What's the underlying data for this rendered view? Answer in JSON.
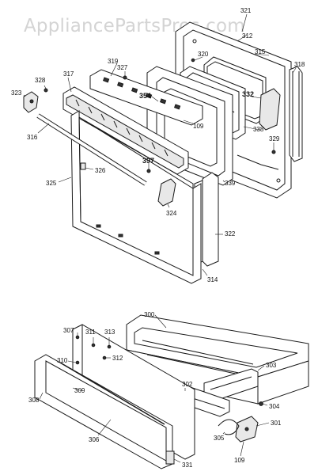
{
  "watermark": "AppliancePartsPros.com",
  "labels": {
    "p321": "321",
    "p312a": "312",
    "p315": "315",
    "p318": "318",
    "p320": "320",
    "p319": "319",
    "p327": "327",
    "p328": "328",
    "p317": "317",
    "p323": "323",
    "p354": "354",
    "p332": "332",
    "p109a": "109",
    "p338": "338",
    "p329": "329",
    "p316": "316",
    "p326": "326",
    "p397": "397",
    "p339": "339",
    "p325": "325",
    "p324": "324",
    "p322": "322",
    "p314": "314",
    "p300": "300",
    "p307": "307",
    "p311": "311",
    "p313": "313",
    "p312b": "312",
    "p310": "310",
    "p303": "303",
    "p302": "302",
    "p309": "309",
    "p308": "308",
    "p304": "304",
    "p301": "301",
    "p305": "305",
    "p306": "306",
    "p109b": "109",
    "p331": "331"
  }
}
